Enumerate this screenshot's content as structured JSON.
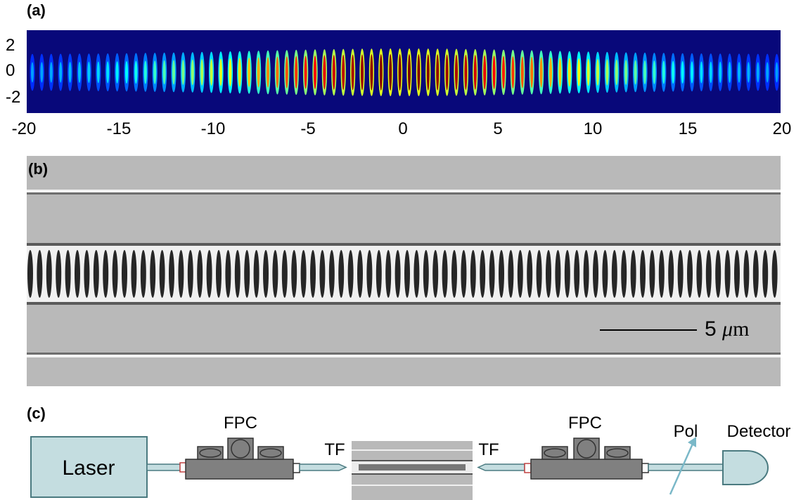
{
  "panel_a": {
    "label": "(a)",
    "x_ticks": [
      "-20",
      "-15",
      "-10",
      "-5",
      "0",
      "5",
      "10",
      "15",
      "20"
    ],
    "y_ticks": [
      "2",
      "0",
      "-2"
    ],
    "colormap": "jet"
  },
  "panel_b": {
    "label": "(b)",
    "scale_bar": {
      "value": "5",
      "unit_mu": "μ",
      "unit_m": "m"
    }
  },
  "panel_c": {
    "label": "(c)",
    "laser": "Laser",
    "fpc_left": "FPC",
    "fpc_right": "FPC",
    "tf_left": "TF",
    "tf_right": "TF",
    "pol": "Pol",
    "detector": "Detector"
  },
  "colors": {
    "heat_bg": "#08087a",
    "device_fill": "#c4dde0",
    "device_stroke": "#4a7a80",
    "fpc_gray": "#808080"
  }
}
